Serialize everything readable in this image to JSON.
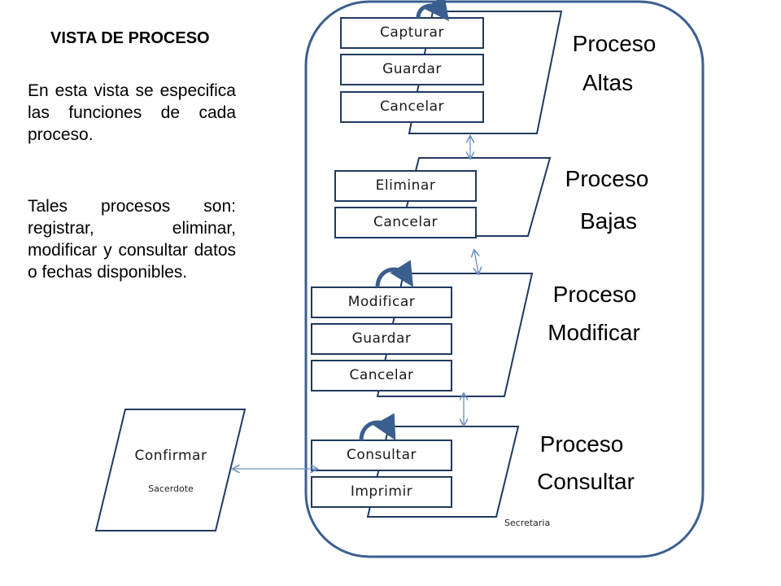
{
  "intro": {
    "title": "VISTA DE PROCESO",
    "paragraph1": "En esta vista se especifica las funciones de cada proceso.",
    "paragraph2": "Tales procesos son: registrar, eliminar, modificar y consultar datos o fechas disponibles."
  },
  "container": {
    "label": "Secretaria"
  },
  "external": {
    "title": "Confirmar",
    "actor": "Sacerdote"
  },
  "processes": [
    {
      "title_line1": "Proceso",
      "title_line2": "Altas",
      "buttons": [
        "Capturar",
        "Guardar",
        "Cancelar"
      ]
    },
    {
      "title_line1": "Proceso",
      "title_line2": "Bajas",
      "buttons": [
        "Eliminar",
        "Cancelar"
      ]
    },
    {
      "title_line1": "Proceso",
      "title_line2": "Modificar",
      "buttons": [
        "Modificar",
        "Guardar",
        "Cancelar"
      ]
    },
    {
      "title_line1": "Proceso",
      "title_line2": "Consultar",
      "buttons": [
        "Consultar",
        "Imprimir"
      ]
    }
  ],
  "colors": {
    "outline": "#3a5f8f",
    "arrow": "#6b8fc4"
  }
}
